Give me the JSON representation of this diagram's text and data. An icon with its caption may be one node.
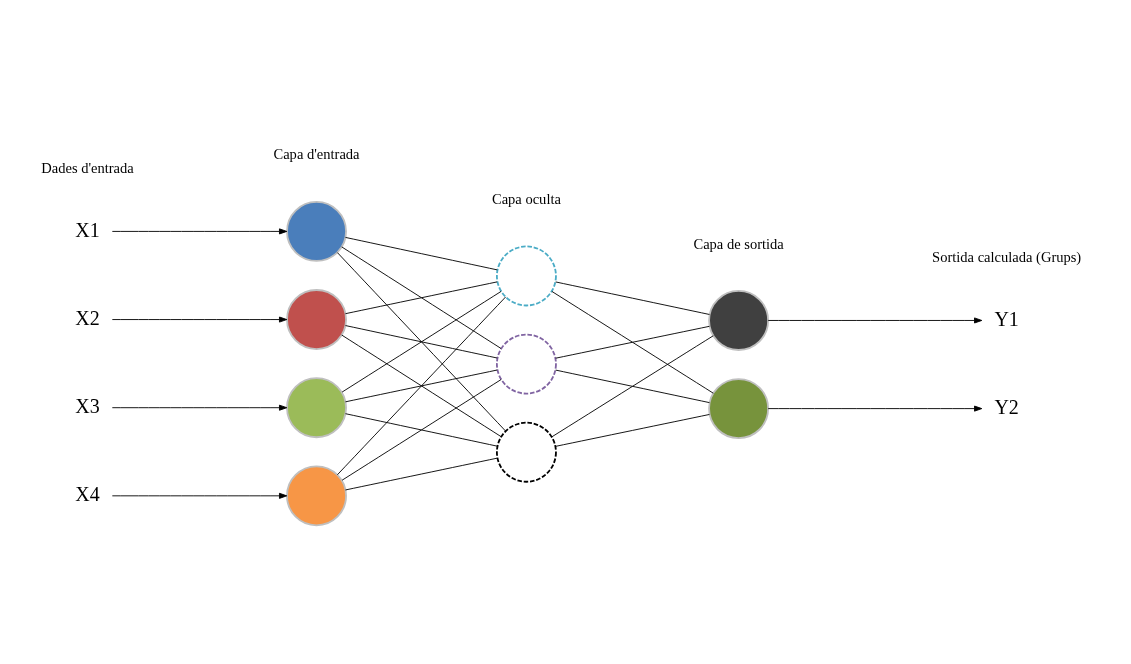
{
  "diagram": {
    "nodes": [
      {
        "text": [
          "X1"
        ]
      },
      {
        "text": [
          "X2"
        ]
      },
      {
        "text": [
          "X3"
        ]
      },
      {
        "text": [
          "X4"
        ]
      },
      {
        "text": [],
        "shape": "circle"
      },
      {
        "text": [],
        "shape": "circle"
      },
      {
        "text": [],
        "shape": "circle"
      },
      {
        "text": [],
        "shape": "circle"
      },
      {
        "text": [],
        "shape": "circle"
      },
      {
        "text": [],
        "shape": "circle"
      },
      {
        "text": [],
        "shape": "circle"
      },
      {
        "text": [],
        "shape": "circle"
      },
      {
        "text": [],
        "shape": "circle"
      },
      {
        "text": [
          "Y1"
        ]
      },
      {
        "text": [
          "Y2"
        ]
      }
    ],
    "edges": [
      {
        "from": 0,
        "to": 4,
        "arrow": "to"
      },
      {
        "from": 1,
        "to": 5,
        "arrow": "to"
      },
      {
        "from": 2,
        "to": 6,
        "arrow": "to"
      },
      {
        "from": 3,
        "to": 7,
        "arrow": "to"
      },
      {
        "from": 4,
        "to": 8,
        "arrow": "none"
      },
      {
        "from": 4,
        "to": 9,
        "arrow": "none"
      },
      {
        "from": 4,
        "to": 10,
        "arrow": "none"
      },
      {
        "from": 5,
        "to": 8,
        "arrow": "none"
      },
      {
        "from": 5,
        "to": 9,
        "arrow": "none"
      },
      {
        "from": 5,
        "to": 10,
        "arrow": "none"
      },
      {
        "from": 6,
        "to": 8,
        "arrow": "none"
      },
      {
        "from": 6,
        "to": 9,
        "arrow": "none"
      },
      {
        "from": 6,
        "to": 10,
        "arrow": "none"
      },
      {
        "from": 7,
        "to": 8,
        "arrow": "none"
      },
      {
        "from": 7,
        "to": 9,
        "arrow": "none"
      },
      {
        "from": 7,
        "to": 10,
        "arrow": "none"
      },
      {
        "from": 8,
        "to": 11,
        "arrow": "none"
      },
      {
        "from": 8,
        "to": 12,
        "arrow": "none"
      },
      {
        "from": 9,
        "to": 11,
        "arrow": "none"
      },
      {
        "from": 9,
        "to": 12,
        "arrow": "none"
      },
      {
        "from": 10,
        "to": 11,
        "arrow": "none"
      },
      {
        "from": 10,
        "to": 12,
        "arrow": "none"
      },
      {
        "from": 11,
        "to": 13,
        "arrow": "to"
      },
      {
        "from": 12,
        "to": 14,
        "arrow": "to"
      }
    ],
    "labels": [
      "Dades d'entrada",
      "Capa d'entrada",
      "Capa oculta",
      "Capa de sortida",
      "Sortida calculada (Grups)"
    ]
  }
}
